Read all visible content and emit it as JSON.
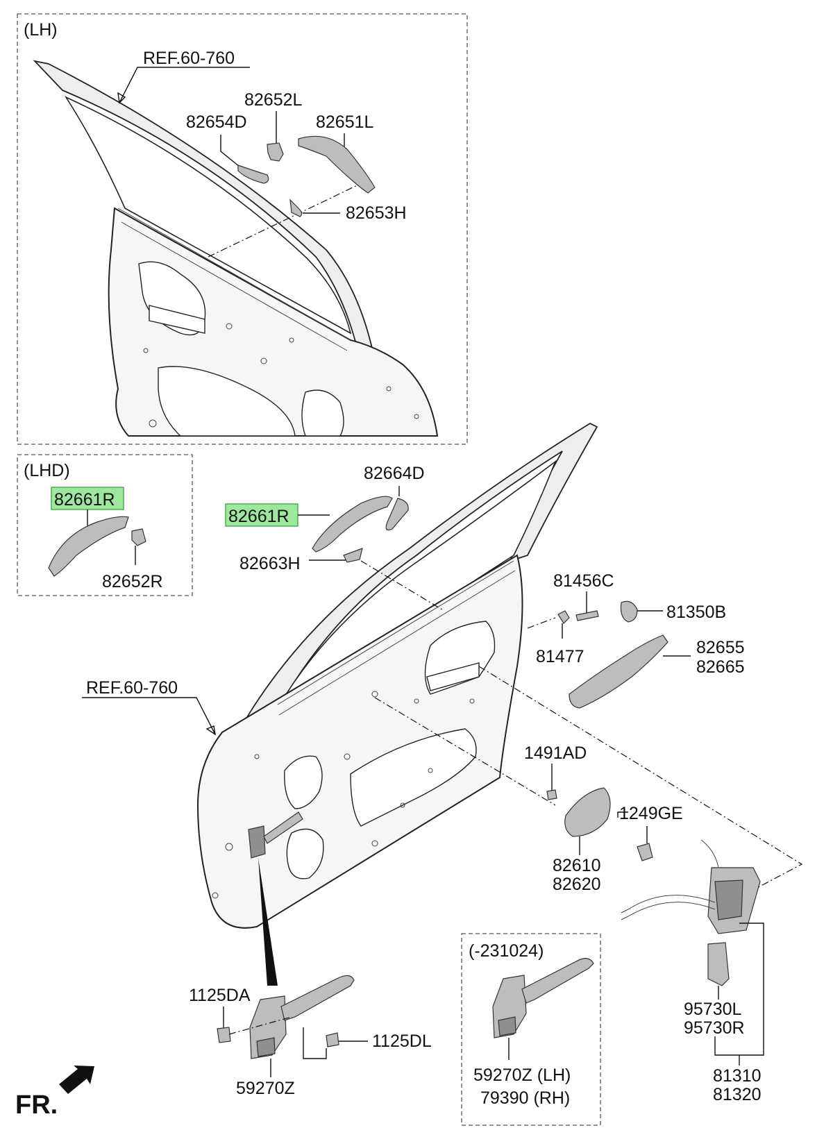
{
  "sections": {
    "lh": "(LH)",
    "lhd": "(LHD)",
    "variant": "(-231024)"
  },
  "labels": {
    "ref_top": "REF.60-760",
    "ref_main": "REF.60-760",
    "p82652L": "82652L",
    "p82654D": "82654D",
    "p82651L": "82651L",
    "p82653H": "82653H",
    "p82661R_lhd": "82661R",
    "p82652R": "82652R",
    "p82664D": "82664D",
    "p82661R_main": "82661R",
    "p82663H": "82663H",
    "p81456C": "81456C",
    "p81350B": "81350B",
    "p81477": "81477",
    "p82655": "82655",
    "p82665": "82665",
    "p1491AD": "1491AD",
    "p1249GE": "1249GE",
    "p82610": "82610",
    "p82620": "82620",
    "p1125DA": "1125DA",
    "p1125DL": "1125DL",
    "p59270Z": "59270Z",
    "p59270Z_lh": "59270Z  (LH)",
    "p79390_rh": "79390  (RH)",
    "p95730L": "95730L",
    "p95730R": "95730R",
    "p81310": "81310",
    "p81320": "81320",
    "fr": "FR."
  },
  "highlight_color": "#9ee89e"
}
